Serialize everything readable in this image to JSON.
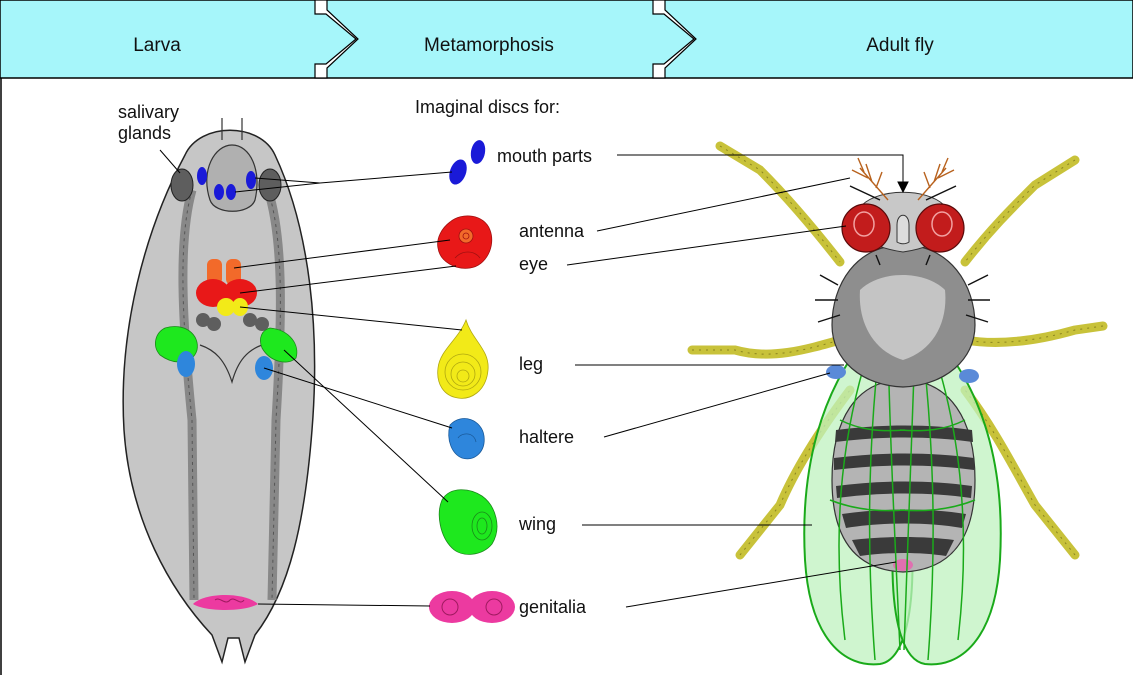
{
  "header": {
    "stages": [
      "Larva",
      "Metamorphosis",
      "Adult fly"
    ]
  },
  "diagram": {
    "larva_label": "salivary glands",
    "discs_heading": "Imaginal discs for:",
    "discs": [
      {
        "key": "mouth",
        "label": "mouth parts",
        "color": "#1a1ad8"
      },
      {
        "key": "antenna",
        "label": "antenna",
        "color": "#e81818"
      },
      {
        "key": "eye",
        "label": "eye",
        "color": "#e81818"
      },
      {
        "key": "leg",
        "label": "leg",
        "color": "#f2ea18"
      },
      {
        "key": "haltere",
        "label": "haltere",
        "color": "#2e86dc"
      },
      {
        "key": "wing",
        "label": "wing",
        "color": "#1ee81e"
      },
      {
        "key": "genitalia",
        "label": "genitalia",
        "color": "#ec3aa0"
      }
    ]
  },
  "colors": {
    "header_bg": "#a6f6fa",
    "larva_body": "#c6c6c6",
    "fly_legs": "#c8c23a",
    "fly_eyes": "#c21c1c",
    "wing_fill": "#bff2bf",
    "wing_vein": "#1aaa1a"
  }
}
